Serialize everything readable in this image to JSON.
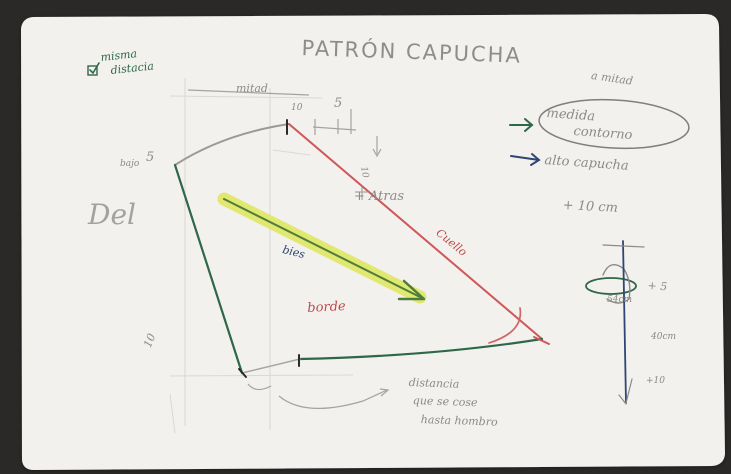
{
  "title": "PATRÓN CAPUCHA",
  "note_same_distance": {
    "line1": "misma",
    "line2": "distacia"
  },
  "top_label": "mitad",
  "top_measure_ten": "10",
  "top_measure_five": "5",
  "left_low_label": "bajo",
  "left_low_value": "5",
  "vertical_measure_ten": "10",
  "back_label": "+ Atras",
  "del_label": "Del",
  "bias_label": "bies",
  "neck_label": "Cuello",
  "edge_label": "borde",
  "left_bottom_ten": "10",
  "half_label": "a mitad",
  "measure_head": {
    "line1": "medida",
    "line2": "contorno"
  },
  "hood_height": "alto capucha",
  "plus_ten_cm": "+ 10 cm",
  "head_plus_five": "+ 5",
  "head_circumference": "54cm",
  "head_height": "40cm",
  "head_plus_ten": "+10",
  "bottom_note": {
    "line1": "distancia",
    "line2": "que se cose",
    "line3": "hasta hombro"
  },
  "colors": {
    "paper": "#f2f1ee",
    "pencil": "#8b8a86",
    "green": "#2f6848",
    "blue": "#2e4673",
    "red": "#bd4a4a",
    "highlighter": "#dfe75a"
  },
  "icons": [
    "checkmark-icon",
    "arrow-right-icon",
    "down-arrow-icon"
  ]
}
